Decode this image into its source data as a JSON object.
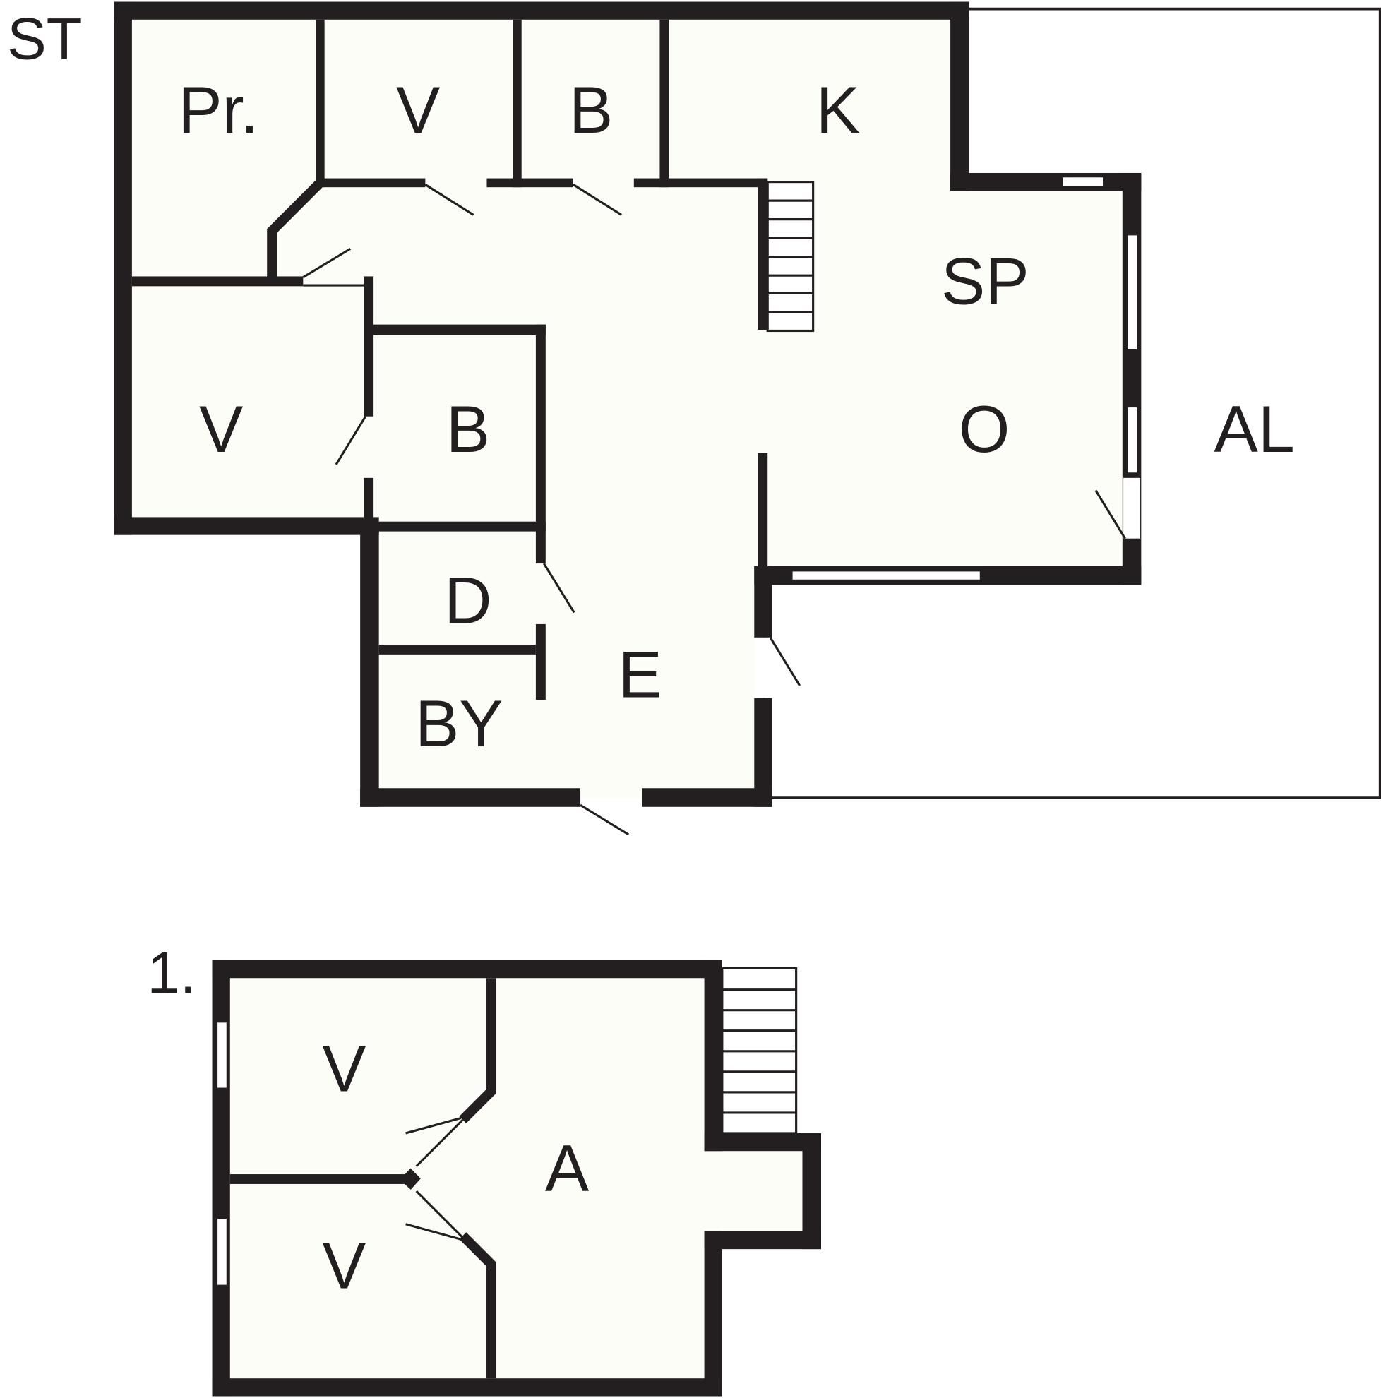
{
  "colors": {
    "wall": "#231f20",
    "floor": "#fdfdf8",
    "background": "#ffffff"
  },
  "ground_floor": {
    "label": "ST",
    "rooms": {
      "pr": "Pr.",
      "v1": "V",
      "b1": "B",
      "k": "K",
      "sp": "SP",
      "o": "O",
      "al": "AL",
      "v2": "V",
      "b2": "B",
      "d": "D",
      "e": "E",
      "by": "BY"
    }
  },
  "first_floor": {
    "label": "1.",
    "rooms": {
      "v1": "V",
      "v2": "V",
      "a": "A"
    }
  }
}
